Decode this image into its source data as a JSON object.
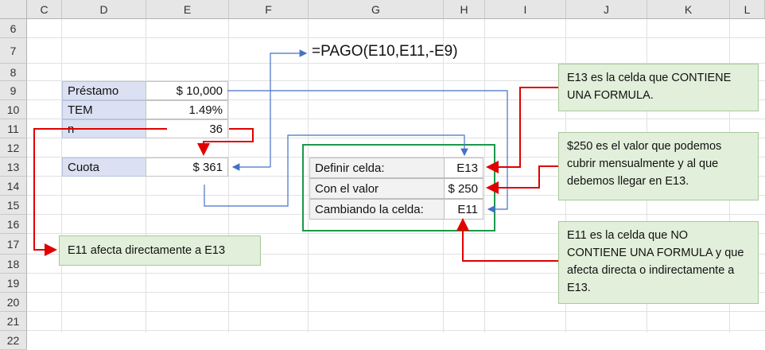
{
  "columns": [
    "C",
    "D",
    "E",
    "F",
    "G",
    "H",
    "I",
    "J",
    "K",
    "L"
  ],
  "rows": [
    "6",
    "7",
    "8",
    "9",
    "10",
    "11",
    "12",
    "13",
    "14",
    "15",
    "16",
    "17",
    "18",
    "19",
    "20",
    "21",
    "22"
  ],
  "formula": "=PAGO(E10,E11,-E9)",
  "inputs": {
    "prestamo_label": "Préstamo",
    "prestamo_value": "$ 10,000",
    "tem_label": "TEM",
    "tem_value": "1.49%",
    "n_label": "n",
    "n_value": "36",
    "cuota_label": "Cuota",
    "cuota_value": "$ 361"
  },
  "goal_seek": {
    "definir_label": "Definir celda:",
    "definir_value": "E13",
    "valor_label": "Con el valor",
    "valor_value": "$ 250",
    "cambiando_label": "Cambiando la celda:",
    "cambiando_value": "E11"
  },
  "notes": {
    "e13_formula": "E13 es la celda que CONTIENE UNA FORMULA.",
    "value_250": "$250 es el valor que podemos cubrir mensualmente  y al que debemos llegar en E13.",
    "e11_no_formula": "E11 es la celda que NO CONTIENE UNA FORMULA y que afecta directa o indirectamente  a E13.",
    "e11_affects": "E11 afecta directamente  a E13"
  },
  "colors": {
    "input_label_fill": "#dbe1f2",
    "note_fill": "#e2efda",
    "goal_seek_border": "#1a9a4a",
    "arrow_blue": "#4472c4",
    "arrow_red": "#e00000"
  }
}
